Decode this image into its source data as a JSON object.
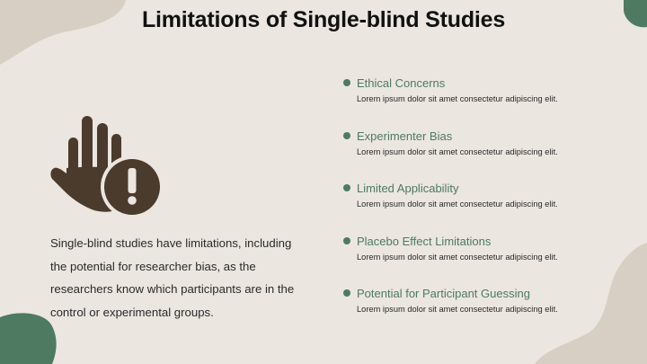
{
  "title": "Limitations of Single-blind Studies",
  "description": "Single-blind studies have limitations, including the potential for researcher bias, as the researchers know which participants are in the control or experimental groups.",
  "icon": "hand-warning-icon",
  "colors": {
    "background": "#ebe6e0",
    "accent_green": "#4e7a61",
    "blob_beige": "#d8cfc4",
    "icon_brown": "#4a3b2c"
  },
  "items": [
    {
      "title": "Ethical Concerns",
      "text": "Lorem ipsum dolor sit amet consectetur adipiscing elit."
    },
    {
      "title": "Experimenter Bias",
      "text": "Lorem ipsum dolor sit amet consectetur adipiscing elit."
    },
    {
      "title": "Limited Applicability",
      "text": "Lorem ipsum dolor sit amet consectetur adipiscing elit."
    },
    {
      "title": "Placebo Effect Limitations",
      "text": "Lorem ipsum dolor sit amet consectetur adipiscing elit."
    },
    {
      "title": "Potential for Participant Guessing",
      "text": "Lorem ipsum dolor sit amet consectetur adipiscing elit."
    }
  ]
}
